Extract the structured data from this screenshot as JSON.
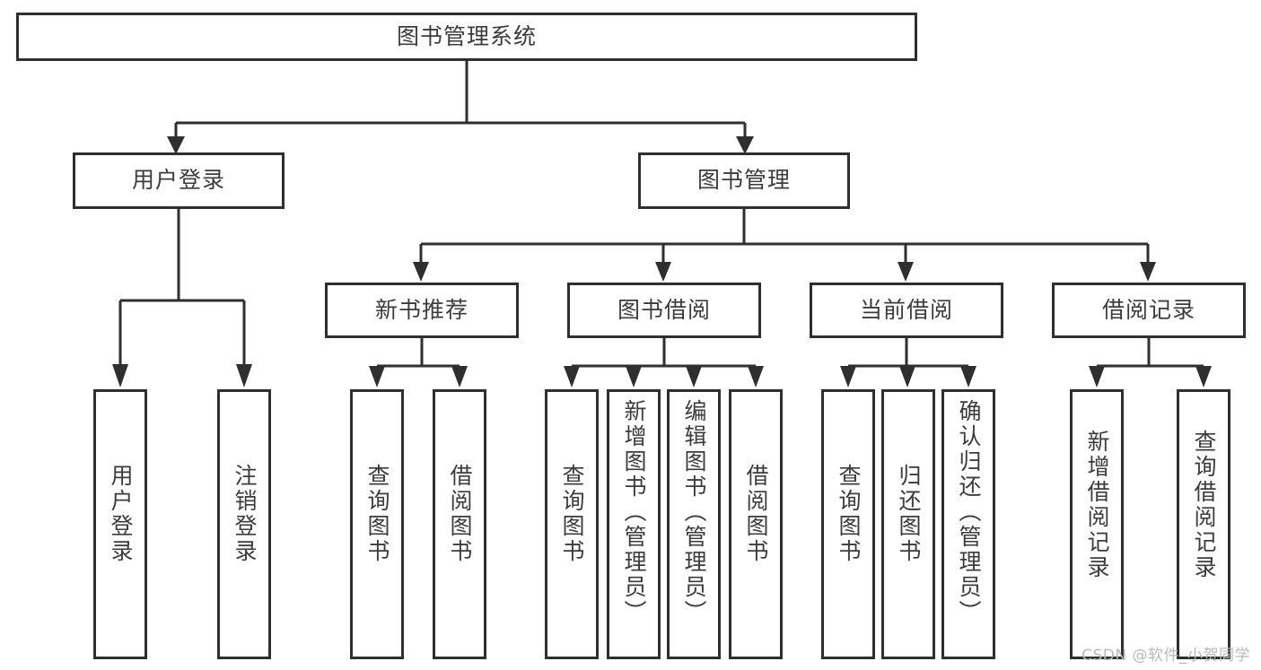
{
  "diagram": {
    "type": "tree-hierarchy",
    "title": "图书管理系统",
    "watermark": "CSDN @软件_小贺同学",
    "root": {
      "id": "root",
      "label": "图书管理系统",
      "orientation": "horizontal"
    },
    "level2": [
      {
        "id": "user-login",
        "label": "用户登录",
        "orientation": "horizontal"
      },
      {
        "id": "book-management",
        "label": "图书管理",
        "orientation": "horizontal"
      }
    ],
    "level3": [
      {
        "id": "new-book-recommend",
        "label": "新书推荐",
        "orientation": "horizontal",
        "parent": "book-management"
      },
      {
        "id": "book-borrow",
        "label": "图书借阅",
        "orientation": "horizontal",
        "parent": "book-management"
      },
      {
        "id": "current-borrow",
        "label": "当前借阅",
        "orientation": "horizontal",
        "parent": "book-management"
      },
      {
        "id": "borrow-record",
        "label": "借阅记录",
        "orientation": "horizontal",
        "parent": "book-management"
      }
    ],
    "leaves": [
      {
        "id": "leaf-user-login",
        "label": "用户登录",
        "parent": "user-login"
      },
      {
        "id": "leaf-logout",
        "label": "注销登录",
        "parent": "user-login"
      },
      {
        "id": "leaf-query-book-1",
        "label": "查询图书",
        "parent": "new-book-recommend"
      },
      {
        "id": "leaf-borrow-book-1",
        "label": "借阅图书",
        "parent": "new-book-recommend"
      },
      {
        "id": "leaf-query-book-2",
        "label": "查询图书",
        "parent": "book-borrow"
      },
      {
        "id": "leaf-add-book",
        "label": "新增图书（管理员）",
        "parent": "book-borrow"
      },
      {
        "id": "leaf-edit-book",
        "label": "编辑图书（管理员）",
        "parent": "book-borrow"
      },
      {
        "id": "leaf-borrow-book-2",
        "label": "借阅图书",
        "parent": "book-borrow"
      },
      {
        "id": "leaf-query-book-3",
        "label": "查询图书",
        "parent": "current-borrow"
      },
      {
        "id": "leaf-return-book",
        "label": "归还图书",
        "parent": "current-borrow"
      },
      {
        "id": "leaf-confirm-return",
        "label": "确认归还（管理员）",
        "parent": "current-borrow"
      },
      {
        "id": "leaf-add-record",
        "label": "新增借阅记录",
        "parent": "borrow-record"
      },
      {
        "id": "leaf-query-record",
        "label": "查询借阅记录",
        "parent": "borrow-record"
      }
    ],
    "colors": {
      "stroke": "#2f2f2f",
      "text": "#3c3c3c",
      "background": "#ffffff",
      "watermark": "#b9b9b9"
    }
  }
}
